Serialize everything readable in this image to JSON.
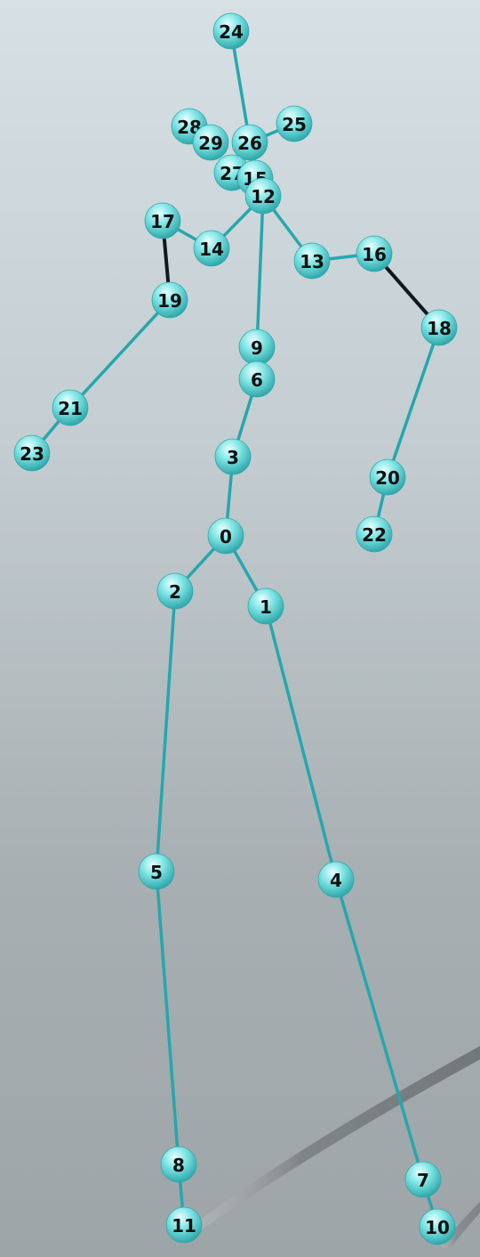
{
  "skeleton": {
    "joints": [
      {
        "id": "0",
        "label": "0"
      },
      {
        "id": "1",
        "label": "1"
      },
      {
        "id": "2",
        "label": "2"
      },
      {
        "id": "3",
        "label": "3"
      },
      {
        "id": "4",
        "label": "4"
      },
      {
        "id": "5",
        "label": "5"
      },
      {
        "id": "6",
        "label": "6"
      },
      {
        "id": "7",
        "label": "7"
      },
      {
        "id": "8",
        "label": "8"
      },
      {
        "id": "9",
        "label": "9"
      },
      {
        "id": "10",
        "label": "10"
      },
      {
        "id": "11",
        "label": "11"
      },
      {
        "id": "12",
        "label": "12"
      },
      {
        "id": "13",
        "label": "13"
      },
      {
        "id": "14",
        "label": "14"
      },
      {
        "id": "15",
        "label": "15"
      },
      {
        "id": "16",
        "label": "16"
      },
      {
        "id": "17",
        "label": "17"
      },
      {
        "id": "18",
        "label": "18"
      },
      {
        "id": "19",
        "label": "19"
      },
      {
        "id": "20",
        "label": "20"
      },
      {
        "id": "21",
        "label": "21"
      },
      {
        "id": "22",
        "label": "22"
      },
      {
        "id": "23",
        "label": "23"
      },
      {
        "id": "24",
        "label": "24"
      },
      {
        "id": "25",
        "label": "25"
      },
      {
        "id": "26",
        "label": "26"
      },
      {
        "id": "27",
        "label": "27"
      },
      {
        "id": "28",
        "label": "28"
      },
      {
        "id": "29",
        "label": "29"
      }
    ],
    "bones": [
      [
        "24",
        "26"
      ],
      [
        "26",
        "25"
      ],
      [
        "26",
        "12"
      ],
      [
        "12",
        "13"
      ],
      [
        "13",
        "16"
      ],
      [
        "16",
        "18"
      ],
      [
        "18",
        "20"
      ],
      [
        "20",
        "22"
      ],
      [
        "12",
        "14"
      ],
      [
        "14",
        "17"
      ],
      [
        "17",
        "19"
      ],
      [
        "19",
        "21"
      ],
      [
        "21",
        "23"
      ],
      [
        "12",
        "9"
      ],
      [
        "9",
        "6"
      ],
      [
        "6",
        "3"
      ],
      [
        "3",
        "0"
      ],
      [
        "0",
        "2"
      ],
      [
        "0",
        "1"
      ],
      [
        "2",
        "5"
      ],
      [
        "5",
        "8"
      ],
      [
        "8",
        "11"
      ],
      [
        "1",
        "4"
      ],
      [
        "4",
        "7"
      ],
      [
        "7",
        "10"
      ]
    ],
    "dark_bones": [
      [
        "17",
        "19"
      ],
      [
        "16",
        "18"
      ]
    ],
    "colors": {
      "joint_fill": "#7fe4e4",
      "joint_highlight": "#e9ffff",
      "joint_shadow": "#2fa8ab",
      "bone": "#25a7ad",
      "bone_dark": "#101a1c",
      "label": "#111111"
    }
  }
}
